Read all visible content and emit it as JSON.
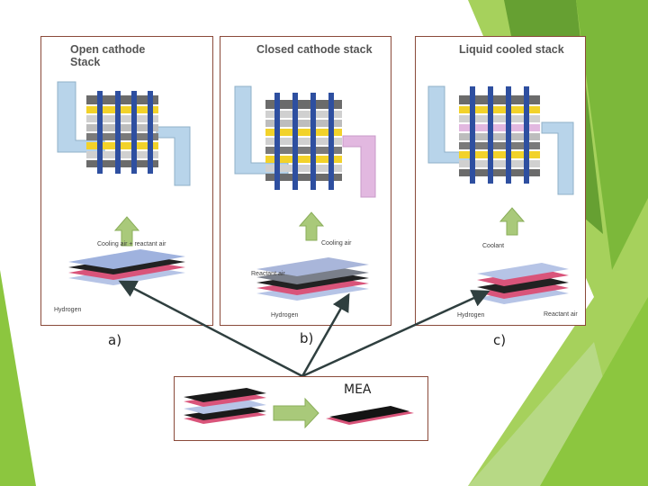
{
  "panels": {
    "a": {
      "title_line1": "Open cathode",
      "title_line2": "Stack",
      "label": "a)",
      "annotations": {
        "air": "Cooling air + reactant air",
        "hydrogen": "Hydrogen"
      }
    },
    "b": {
      "title": "Closed cathode stack",
      "label": "b)",
      "annotations": {
        "cooling": "Cooling air",
        "reactant": "Reactant air",
        "hydrogen": "Hydrogen"
      }
    },
    "c": {
      "title": "Liquid cooled stack",
      "label": "c)",
      "annotations": {
        "coolant": "Coolant",
        "hydrogen": "Hydrogen",
        "reactant": "Reactant air"
      }
    }
  },
  "mea": {
    "label": "MEA"
  },
  "colors": {
    "panel_border": "#8a4a3a",
    "arrow_green": "#a9c97a",
    "decor_green": "#8cc63f",
    "rod_blue": "#2e4fa0",
    "plate_yellow": "#f2d22a",
    "mea_pink": "#d9547a",
    "connector": "#2f3f3f"
  }
}
